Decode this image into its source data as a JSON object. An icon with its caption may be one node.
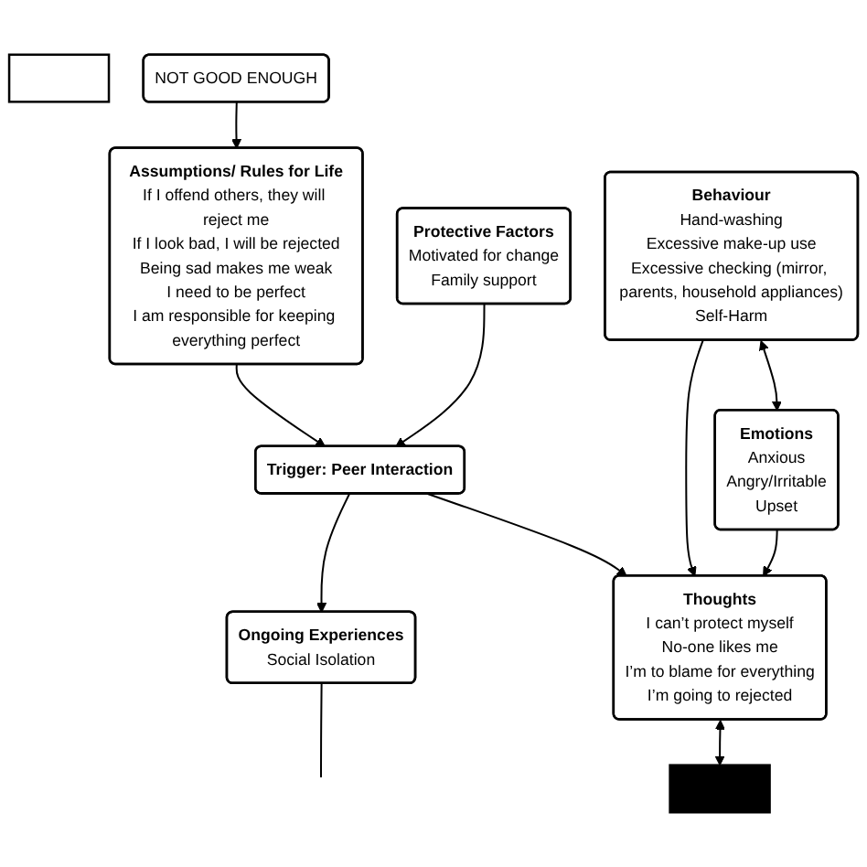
{
  "diagram": {
    "nodes": [
      {
        "text": [],
        "shape": "box"
      },
      {
        "text": [
          "NOT GOOD ENOUGH"
        ]
      },
      {
        "text": [
          "Assumptions/ Rules for Life",
          "If I offend others, they will reject me",
          "If I look bad, I will be rejected",
          "Being sad makes me weak",
          "I need to be perfect",
          "I am responsible for keeping everything perfect"
        ]
      },
      {
        "text": [
          "Ongoing Experiences",
          "Social Isolation"
        ]
      },
      {
        "text": [
          "Protective Factors",
          "Motivated for change",
          "Family support"
        ]
      },
      {
        "text": [
          "Trigger: Peer Interaction"
        ]
      },
      {
        "text": [
          "Thoughts",
          "I can’t protect myself",
          "No-one likes me",
          "I’m to blame for everything",
          "I’m going to rejected"
        ]
      },
      {
        "text": [
          "Behaviour",
          "Hand-washing",
          "Excessive make-up use",
          "Excessive checking (mirror, parents, household appliances)",
          "Self-Harm"
        ]
      },
      {
        "text": [
          "Emotions",
          "Anxious",
          "Angry/Irritable",
          "Upset"
        ]
      },
      {
        "text": [],
        "shape": "box"
      }
    ],
    "edges": [
      {
        "from": 1,
        "to": 2,
        "arrow": "to"
      },
      {
        "from": 2,
        "to": 5,
        "arrow": "to"
      },
      {
        "from": 4,
        "to": 5,
        "arrow": "to"
      },
      {
        "from": 5,
        "to": 3,
        "arrow": "to"
      },
      {
        "from": 3,
        "to": null,
        "arrow": "none"
      },
      {
        "from": 5,
        "to": 6,
        "arrow": "to"
      },
      {
        "from": 7,
        "to": 6,
        "arrow": "to"
      },
      {
        "from": 8,
        "to": 6,
        "arrow": "to"
      },
      {
        "from": 7,
        "to": 8,
        "arrow": "both"
      },
      {
        "from": 6,
        "to": 9,
        "arrow": "both"
      }
    ]
  }
}
